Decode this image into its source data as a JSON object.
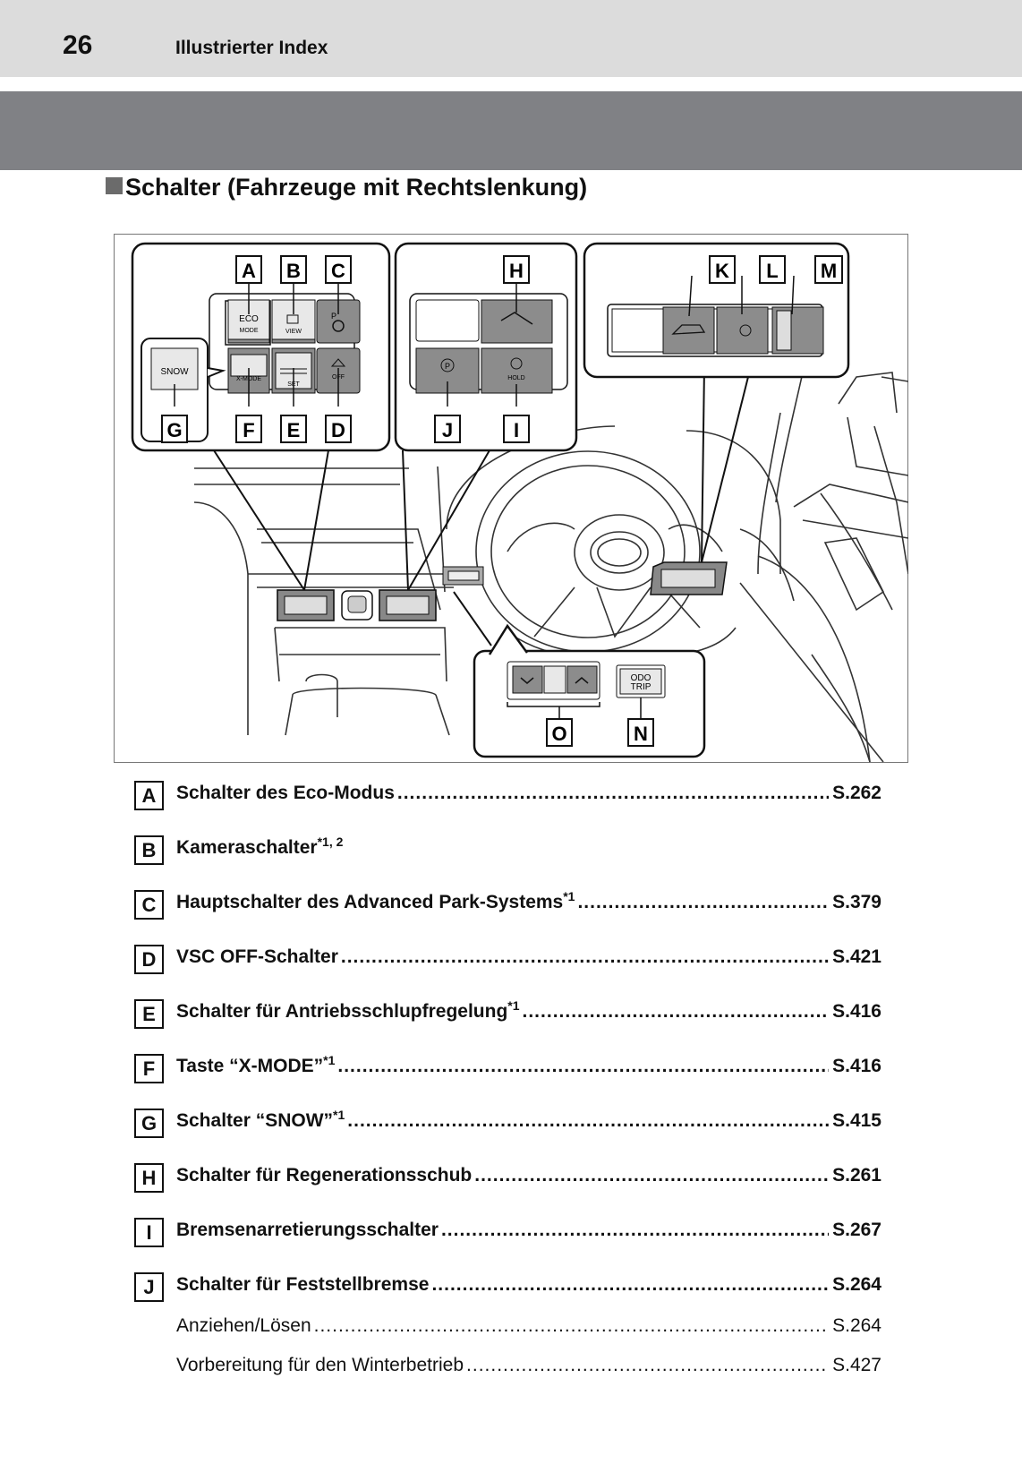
{
  "header": {
    "page_number": "26",
    "title": "Illustrierter Index"
  },
  "section_title": "Schalter (Fahrzeuge mit Rechtslenkung)",
  "figure": {
    "callouts": [
      "A",
      "B",
      "C",
      "D",
      "E",
      "F",
      "G",
      "H",
      "I",
      "J",
      "K",
      "L",
      "M",
      "N",
      "O"
    ],
    "switch_labels": {
      "eco": "ECO",
      "eco_sub": "MODE",
      "view": "VIEW",
      "xmode": "X-MODE",
      "set": "SET",
      "off": "OFF",
      "snow": "SNOW",
      "hold": "HOLD",
      "odo": "ODO",
      "trip": "TRIP"
    }
  },
  "entries": [
    {
      "letter": "A",
      "text": "Schalter des Eco-Modus",
      "sup": "",
      "page": "S.262"
    },
    {
      "letter": "B",
      "text": "Kameraschalter",
      "sup": "*1, 2",
      "page": ""
    },
    {
      "letter": "C",
      "text": "Hauptschalter des Advanced Park-Systems",
      "sup": "*1",
      "page": "S.379"
    },
    {
      "letter": "D",
      "text": "VSC OFF-Schalter",
      "sup": "",
      "page": "S.421"
    },
    {
      "letter": "E",
      "text": "Schalter für Antriebsschlupfregelung",
      "sup": "*1",
      "page": "S.416"
    },
    {
      "letter": "F",
      "text": "Taste “X-MODE”",
      "sup": "*1",
      "page": "S.416"
    },
    {
      "letter": "G",
      "text": "Schalter “SNOW”",
      "sup": "*1",
      "page": "S.415"
    },
    {
      "letter": "H",
      "text": "Schalter für Regenerationsschub",
      "sup": "",
      "page": "S.261"
    },
    {
      "letter": "I",
      "text": "Bremsenarretierungsschalter",
      "sup": "",
      "page": "S.267"
    },
    {
      "letter": "J",
      "text": "Schalter für Feststellbremse",
      "sup": "",
      "page": "S.264"
    }
  ],
  "sub_entries": [
    {
      "text": "Anziehen/Lösen",
      "page": "S.264"
    },
    {
      "text": "Vorbereitung für den Winterbetrieb",
      "page": "S.427"
    }
  ]
}
